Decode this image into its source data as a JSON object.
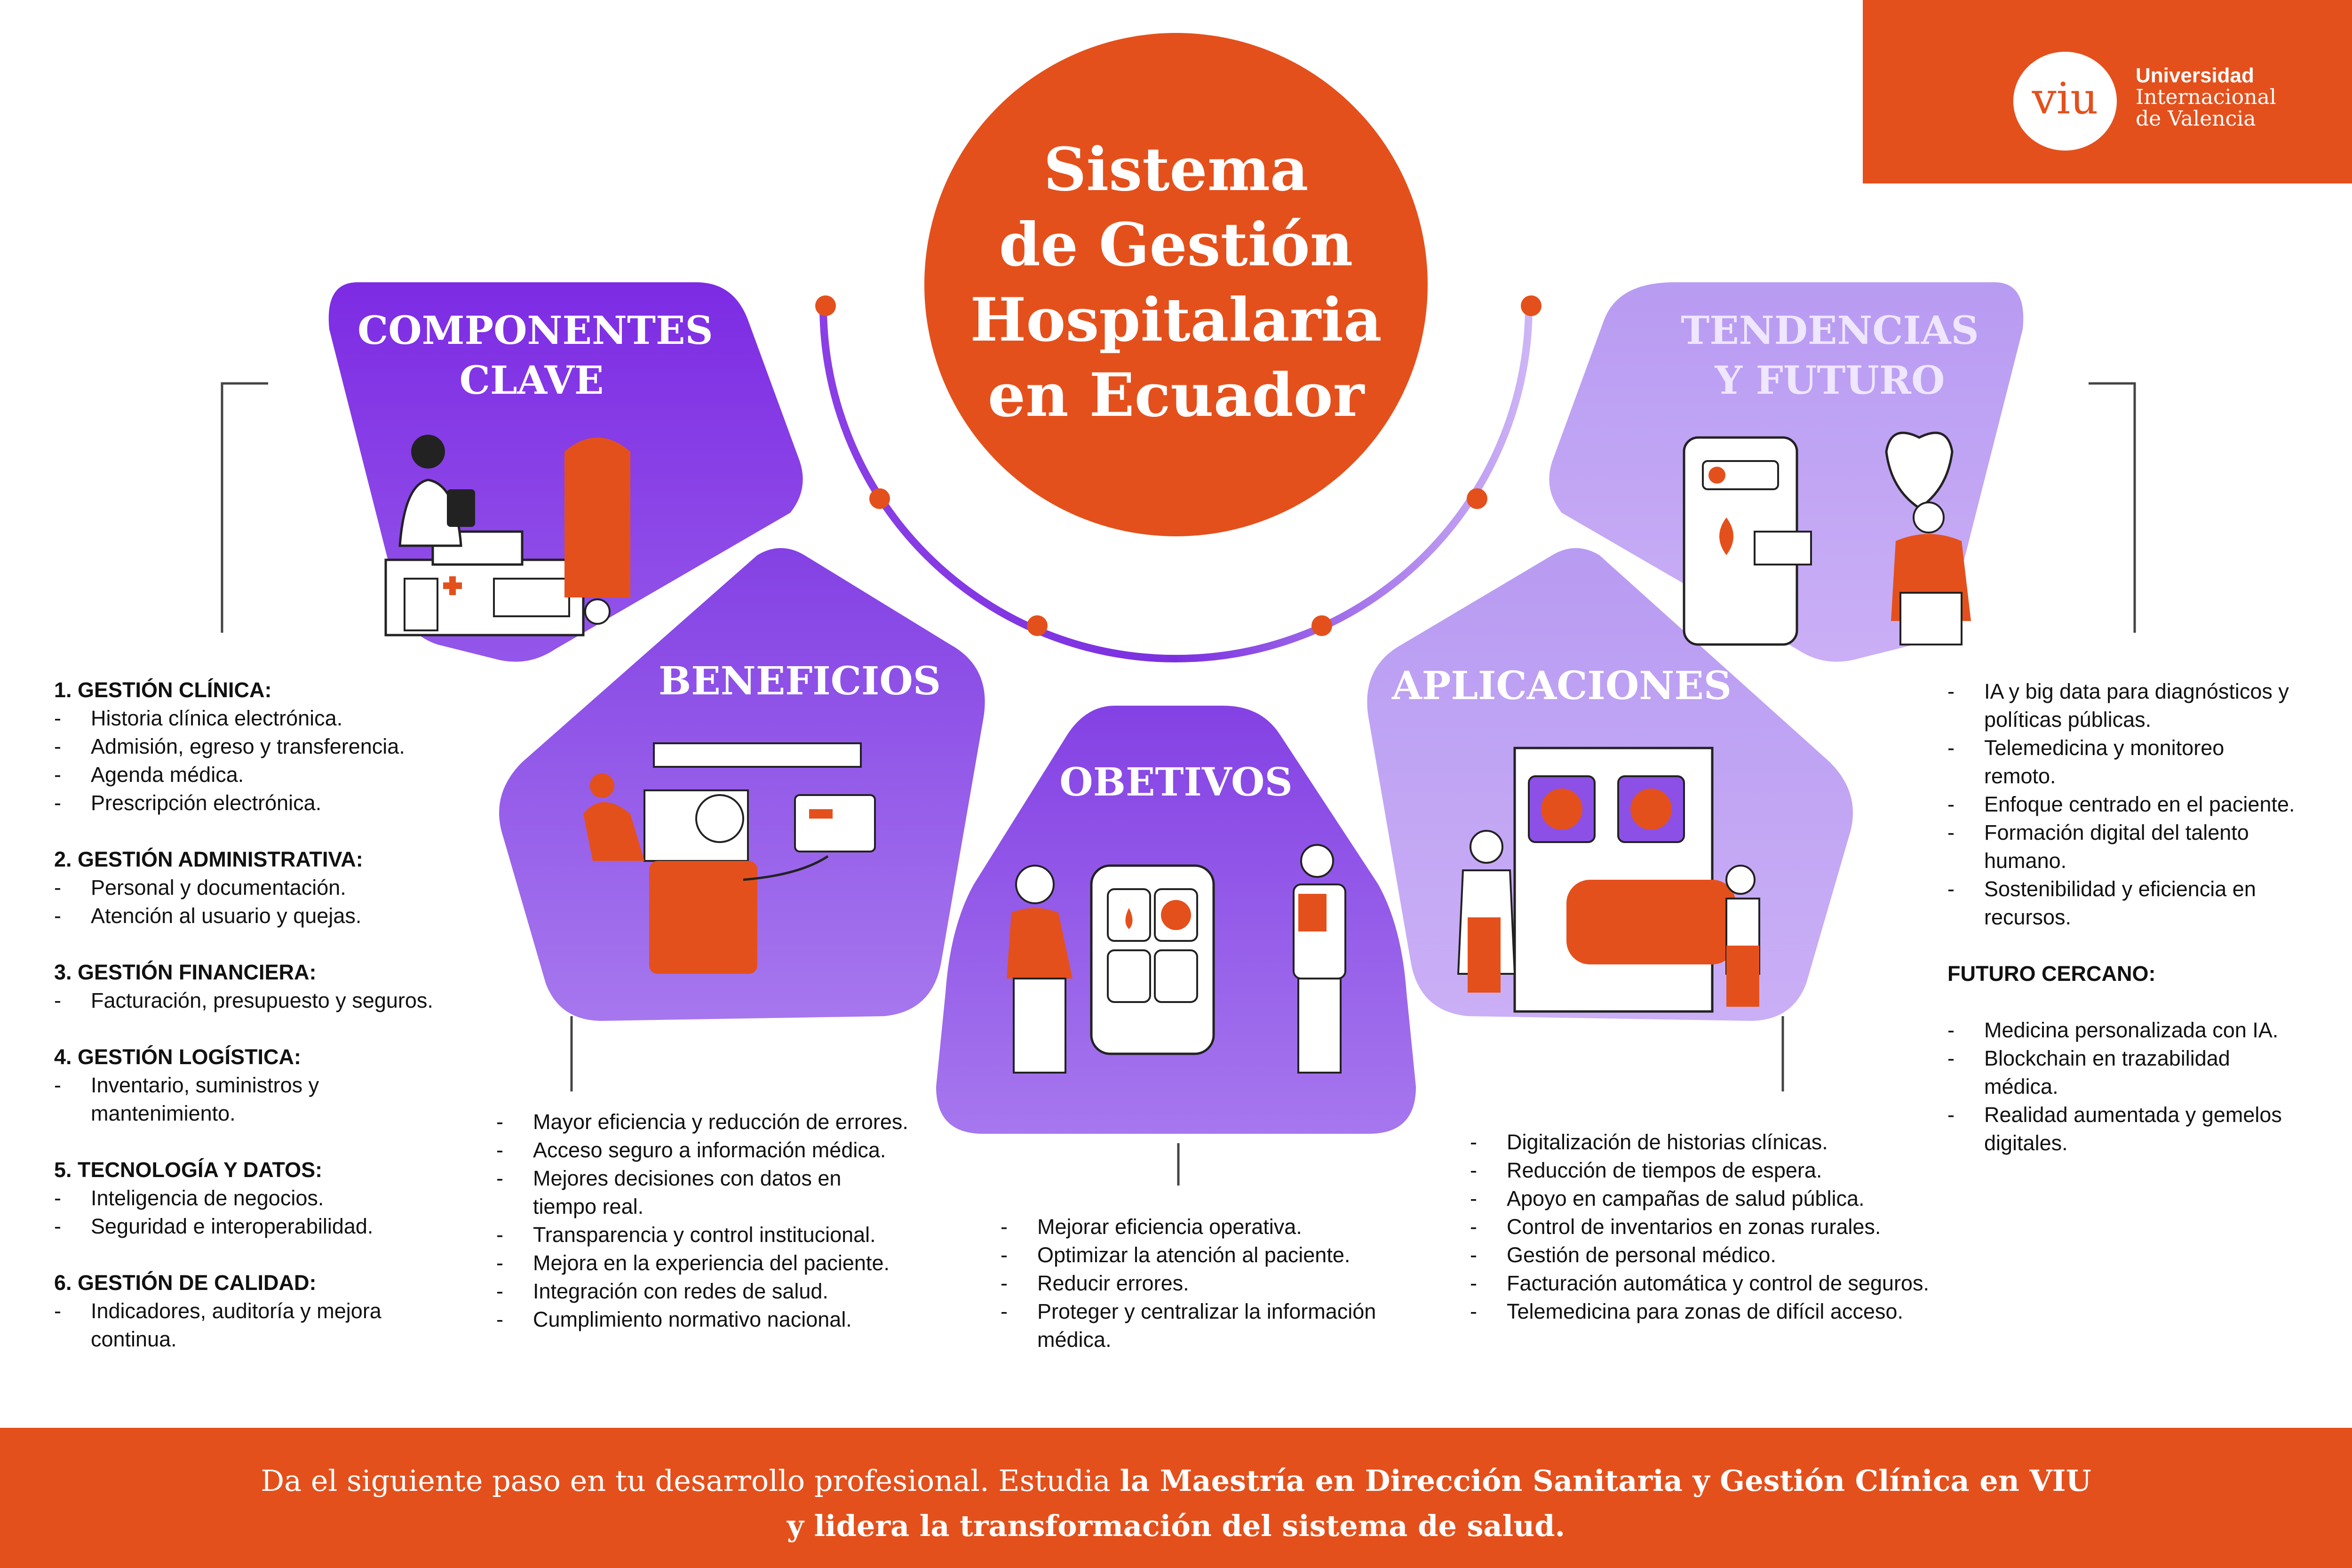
{
  "title": [
    "Sistema",
    "de Gestión",
    "Hospitalaria",
    "en Ecuador"
  ],
  "logo": {
    "mark": "viu",
    "line1": "Universidad",
    "line2": "Internacional",
    "line3": "de Valencia"
  },
  "panels": {
    "componentes": [
      "COMPONENTES",
      "CLAVE"
    ],
    "beneficios": "BENEFICIOS",
    "objetivos": "OBETIVOS",
    "aplicaciones": "APLICACIONES",
    "tendencias": [
      "TENDENCIAS",
      "Y FUTURO"
    ]
  },
  "componentes": [
    {
      "heading": "1. GESTIÓN CLÍNICA:",
      "items": [
        "Historia clínica electrónica.",
        "Admisión, egreso y transferencia.",
        "Agenda médica.",
        "Prescripción electrónica."
      ]
    },
    {
      "heading": "2. GESTIÓN ADMINISTRATIVA:",
      "items": [
        "Personal y documentación.",
        "Atención al usuario y quejas."
      ]
    },
    {
      "heading": "3. GESTIÓN FINANCIERA:",
      "items": [
        "Facturación, presupuesto y seguros."
      ]
    },
    {
      "heading": "4. GESTIÓN LOGÍSTICA:",
      "items": [
        "Inventario, suministros y mantenimiento."
      ]
    },
    {
      "heading": "5. TECNOLOGÍA Y DATOS:",
      "items": [
        "Inteligencia de negocios.",
        "Seguridad e interoperabilidad."
      ]
    },
    {
      "heading": "6. GESTIÓN DE CALIDAD:",
      "items": [
        "Indicadores, auditoría y mejora continua."
      ]
    }
  ],
  "beneficios": [
    "Mayor eficiencia y reducción de errores.",
    "Acceso seguro a información médica.",
    "Mejores decisiones con datos en tiempo real.",
    "Transparencia y control institucional.",
    "Mejora en la experiencia del paciente.",
    "Integración con redes de salud.",
    "Cumplimiento normativo nacional."
  ],
  "objetivos": [
    "Mejorar eficiencia operativa.",
    "Optimizar la atención al paciente.",
    "Reducir errores.",
    "Proteger y centralizar la información médica."
  ],
  "aplicaciones": [
    "Digitalización de historias clínicas.",
    "Reducción de tiempos de espera.",
    "Apoyo en campañas de salud pública.",
    "Control de inventarios en zonas rurales.",
    "Gestión de personal médico.",
    "Facturación automática y control de seguros.",
    "Telemedicina para zonas de difícil acceso."
  ],
  "tendencias": {
    "items": [
      "IA y big data para diagnósticos y políticas públicas.",
      "Telemedicina y monitoreo remoto.",
      "Enfoque centrado en el paciente.",
      "Formación digital del talento humano.",
      "Sostenibilidad y eficiencia en recursos."
    ],
    "futuro_heading": "FUTURO CERCANO:",
    "futuro_items": [
      "Medicina personalizada con IA.",
      "Blockchain en trazabilidad médica.",
      "Realidad aumentada y gemelos digitales."
    ]
  },
  "footer": {
    "line1_plain": "Da el siguiente paso en tu desarrollo profesional.  Estudia ",
    "line1_bold": "la Maestría en Dirección Sanitaria y Gestión Clínica en VIU",
    "line2_bold": "y lidera la transformación del sistema de salud."
  },
  "colors": {
    "orange": "#e4501c",
    "purple_dark": "#7a2fe0",
    "purple_mid": "#8c50e6",
    "purple_light": "#b598f0"
  }
}
